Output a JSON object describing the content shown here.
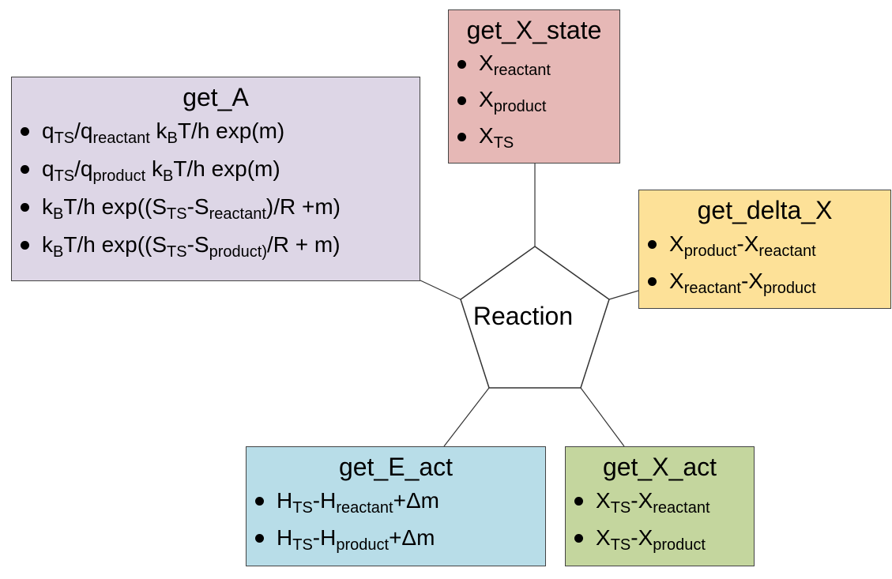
{
  "center": {
    "label": "Reaction"
  },
  "boxes": {
    "get_x_state": {
      "title": "get_X_state",
      "items": [
        [
          [
            "X",
            ""
          ],
          [
            "reactant",
            "sub"
          ]
        ],
        [
          [
            "X",
            ""
          ],
          [
            "product",
            "sub"
          ]
        ],
        [
          [
            "X",
            ""
          ],
          [
            "TS",
            "sub"
          ]
        ]
      ]
    },
    "get_a": {
      "title": "get_A",
      "items": [
        [
          [
            "q",
            ""
          ],
          [
            "TS",
            "sub"
          ],
          [
            "/q",
            ""
          ],
          [
            "reactant",
            "sub"
          ],
          [
            " k",
            ""
          ],
          [
            "B",
            "sub"
          ],
          [
            "T/h exp(m)",
            ""
          ]
        ],
        [
          [
            "q",
            ""
          ],
          [
            "TS",
            "sub"
          ],
          [
            "/q",
            ""
          ],
          [
            "product",
            "sub"
          ],
          [
            " k",
            ""
          ],
          [
            "B",
            "sub"
          ],
          [
            "T/h exp(m)",
            ""
          ]
        ],
        [
          [
            "k",
            ""
          ],
          [
            "B",
            "sub"
          ],
          [
            "T/h exp((S",
            ""
          ],
          [
            "TS",
            "sub"
          ],
          [
            "-S",
            ""
          ],
          [
            "reactant",
            "sub"
          ],
          [
            ")/R +m)",
            ""
          ]
        ],
        [
          [
            "k",
            ""
          ],
          [
            "B",
            "sub"
          ],
          [
            "T/h exp((S",
            ""
          ],
          [
            "TS",
            "sub"
          ],
          [
            "-S",
            ""
          ],
          [
            "product)",
            "sub"
          ],
          [
            "/R + m)",
            ""
          ]
        ]
      ]
    },
    "get_delta_x": {
      "title": "get_delta_X",
      "items": [
        [
          [
            "X",
            ""
          ],
          [
            "product",
            "sub"
          ],
          [
            "-X",
            ""
          ],
          [
            "reactant",
            "sub"
          ]
        ],
        [
          [
            "X",
            ""
          ],
          [
            "reactant",
            "sub"
          ],
          [
            "-X",
            ""
          ],
          [
            "product",
            "sub"
          ]
        ]
      ]
    },
    "get_e_act": {
      "title": "get_E_act",
      "items": [
        [
          [
            "H",
            ""
          ],
          [
            "TS",
            "sub"
          ],
          [
            "-H",
            ""
          ],
          [
            "reactant",
            "sub"
          ],
          [
            "+Δm",
            ""
          ]
        ],
        [
          [
            "H",
            ""
          ],
          [
            "TS",
            "sub"
          ],
          [
            "-H",
            ""
          ],
          [
            "product",
            "sub"
          ],
          [
            "+Δm",
            ""
          ]
        ]
      ]
    },
    "get_x_act": {
      "title": "get_X_act",
      "items": [
        [
          [
            "X",
            ""
          ],
          [
            "TS",
            "sub"
          ],
          [
            "-X",
            ""
          ],
          [
            "reactant",
            "sub"
          ]
        ],
        [
          [
            "X",
            ""
          ],
          [
            "TS",
            "sub"
          ],
          [
            "-X",
            ""
          ],
          [
            "product",
            "sub"
          ]
        ]
      ]
    }
  }
}
